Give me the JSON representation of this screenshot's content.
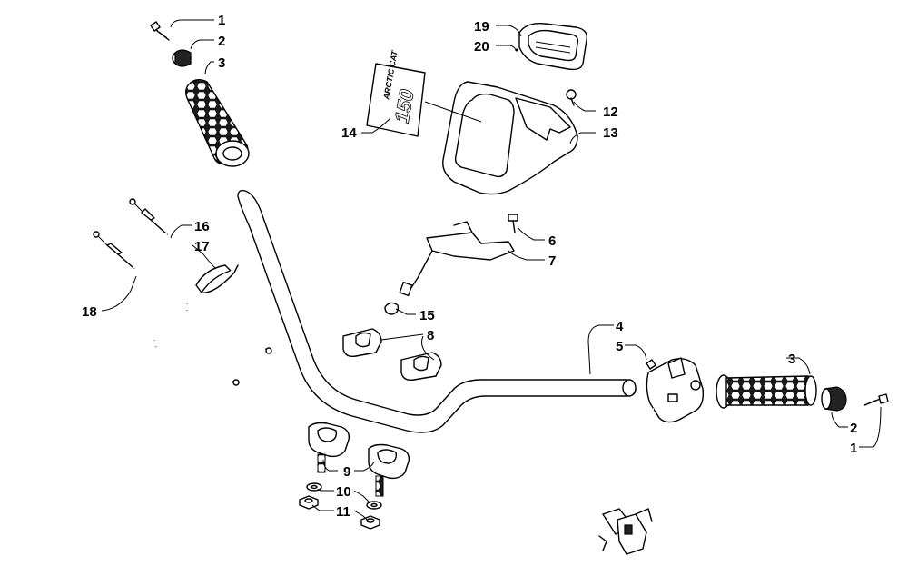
{
  "diagram": {
    "callouts": {
      "c1a": "1",
      "c2a": "2",
      "c3a": "3",
      "c19": "19",
      "c20": "20",
      "c12": "12",
      "c13": "13",
      "c14": "14",
      "c16": "16",
      "c17": "17",
      "c18": "18",
      "c6": "6",
      "c7": "7",
      "c15": "15",
      "c8": "8",
      "c4": "4",
      "c5": "5",
      "c3b": "3",
      "c2b": "2",
      "c1b": "1",
      "c9": "9",
      "c10": "10",
      "c11": "11"
    },
    "decal": {
      "brand": "ARCTIC CAT",
      "model": "150"
    },
    "colors": {
      "line": "#000000",
      "background": "#ffffff",
      "grip": "#222222"
    }
  }
}
